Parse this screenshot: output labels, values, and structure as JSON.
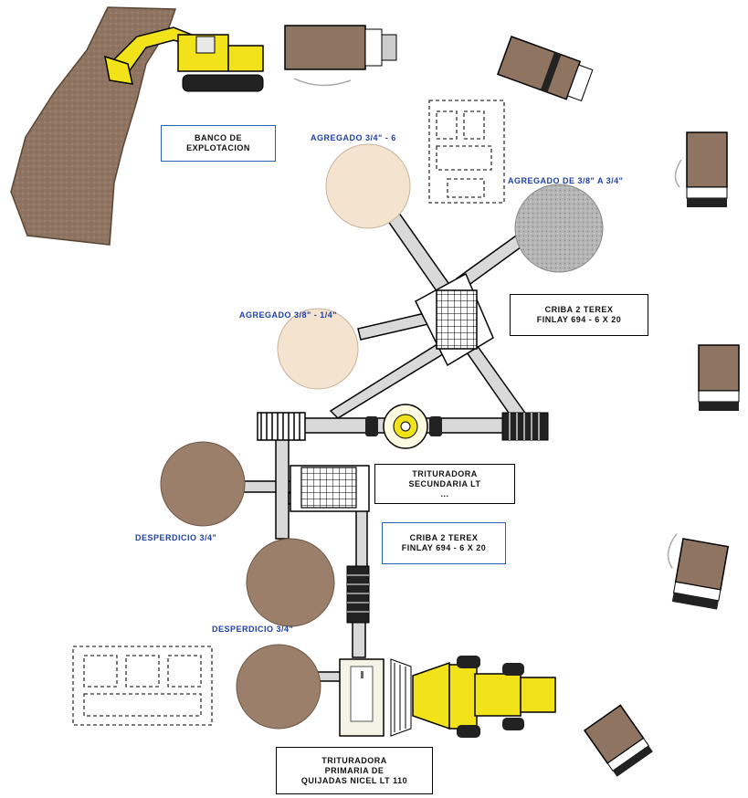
{
  "labels": {
    "banco": [
      "BANCO DE",
      "EXPLOTACION"
    ],
    "agregado_34_6": "AGREGADO 3/4\" - 6",
    "agregado_38_34": "AGREGADO DE 3/8\" A 3/4\"",
    "agregado_38_14": "AGREGADO 3/8\" - 1/4\"",
    "criba_1": [
      "CRIBA 2 TEREX",
      "FINLAY 694 - 6 X 20"
    ],
    "trituradora_sec": [
      "TRITURADORA",
      "SECUNDARIA LT",
      "..."
    ],
    "criba_2": [
      "CRIBA 2 TEREX",
      "FINLAY 694 - 6 X 20"
    ],
    "desperdicio_1": "DESPERDICIO 3/4\"",
    "desperdicio_2": "DESPERDICIO 3/4\"",
    "trituradora_pri": [
      "TRITURADORA",
      "PRIMARIA DE",
      "QUIJADAS NICEL LT 110"
    ]
  },
  "colors": {
    "soil": "#8f7462",
    "pile_light": "#f3e3cf",
    "pile_gray": "#b0b0b0",
    "pile_brown": "#9c7f6a",
    "machine_yellow": "#f2e21a",
    "label_blue": "#1f3fa8"
  }
}
